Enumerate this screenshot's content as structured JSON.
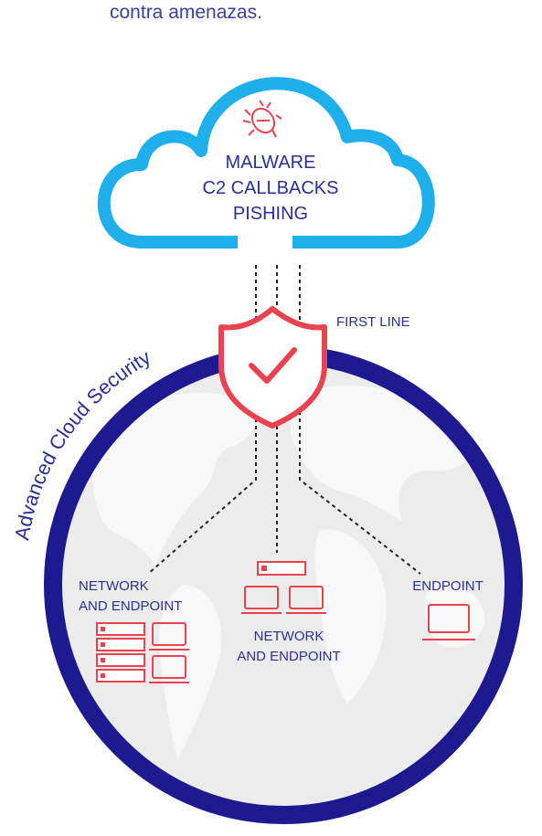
{
  "intro_text": "contra amenazas.",
  "ring_label": "Advanced Cloud Security",
  "cloud": {
    "threats": [
      "MALWARE",
      "C2 CALLBACKS",
      "PISHING"
    ],
    "icon": "bug-icon"
  },
  "shield": {
    "label": "FIRST LINE",
    "icon": "shield-check-icon"
  },
  "groups": {
    "left": {
      "line1": "NETWORK",
      "line2": "AND ENDPOINT",
      "icons": [
        "server-rack-icon",
        "laptop-icon"
      ]
    },
    "center": {
      "line1": "NETWORK",
      "line2": "AND ENDPOINT",
      "icons": [
        "server-icon",
        "laptop-icon"
      ]
    },
    "right": {
      "line1": "ENDPOINT",
      "icons": [
        "laptop-icon"
      ]
    }
  },
  "colors": {
    "navy": "#1d1a8f",
    "cloud_blue": "#1fb0ec",
    "threat_red": "#e8434f",
    "globe_grey": "#ececec",
    "land_white": "#f8f8f8"
  }
}
